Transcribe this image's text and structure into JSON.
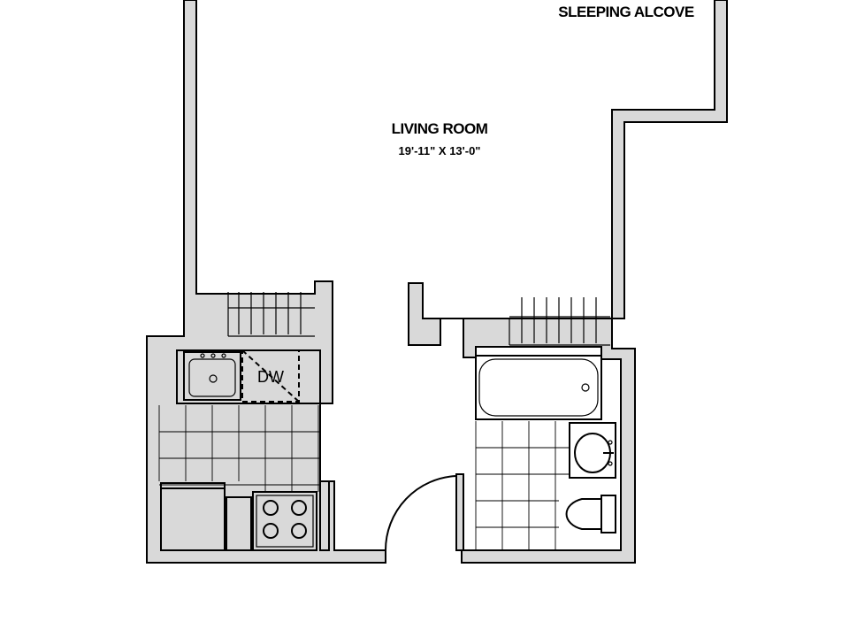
{
  "rooms": {
    "sleeping_alcove": {
      "name": "SLEEPING ALCOVE"
    },
    "living_room": {
      "name": "LIVING ROOM",
      "dimensions": "19'-11\" X 13'-0\""
    }
  },
  "fixtures": {
    "dishwasher": {
      "label": "DW"
    }
  }
}
